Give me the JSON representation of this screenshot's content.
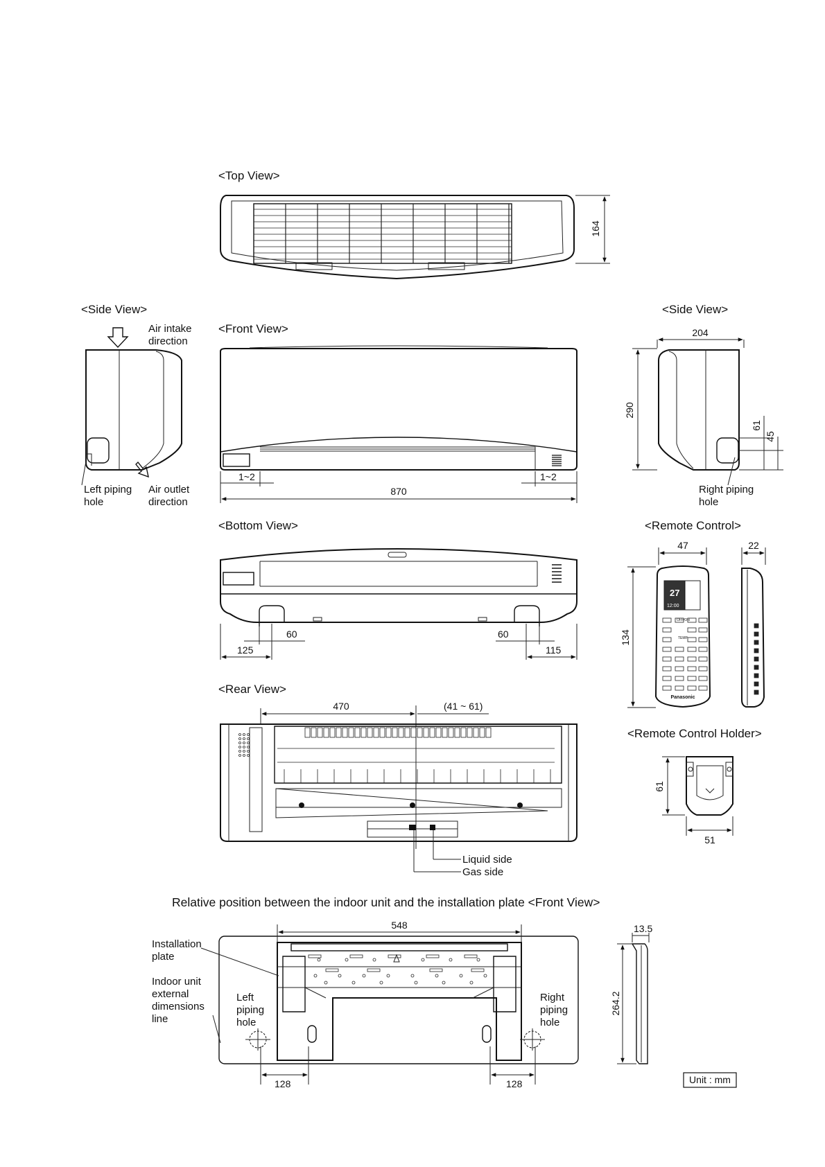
{
  "views": {
    "top_view": "<Top View>",
    "side_view_left": "<Side View>",
    "front_view": "<Front View>",
    "side_view_right": "<Side View>",
    "bottom_view": "<Bottom View>",
    "remote_control": "<Remote Control>",
    "rear_view": "<Rear View>",
    "remote_control_holder": "<Remote Control Holder>"
  },
  "annotations": {
    "air_intake_line1": "Air intake",
    "air_intake_line2": "direction",
    "air_outlet_line1": "Air outlet",
    "air_outlet_line2": "direction",
    "left_piping_line1": "Left piping",
    "left_piping_line2": "hole",
    "right_piping_line1": "Right piping",
    "right_piping_line2": "hole",
    "liquid_side": "Liquid side",
    "gas_side": "Gas side"
  },
  "dimensions": {
    "top_depth": "164",
    "front_width": "870",
    "front_offset_left": "1~2",
    "front_offset_right": "1~2",
    "side_depth": "204",
    "side_height": "290",
    "side_pipe_61": "61",
    "side_pipe_45": "45",
    "bottom_60_left": "60",
    "bottom_60_right": "60",
    "bottom_125": "125",
    "bottom_115": "115",
    "remote_width": "47",
    "remote_thickness": "22",
    "remote_height": "134",
    "rear_470": "470",
    "rear_41_61": "(41 ~ 61)",
    "holder_height": "61",
    "holder_width": "51"
  },
  "installation": {
    "title": "Relative position between the indoor unit and the installation plate <Front View>",
    "plate_label_line1": "Installation",
    "plate_label_line2": "plate",
    "outline_line1": "Indoor unit",
    "outline_line2": "external",
    "outline_line3": "dimensions",
    "outline_line4": "line",
    "left_pipe_line1": "Left",
    "left_pipe_line2": "piping",
    "left_pipe_line3": "hole",
    "right_pipe_line1": "Right",
    "right_pipe_line2": "piping",
    "right_pipe_line3": "hole",
    "dim_548": "548",
    "dim_128_left": "128",
    "dim_128_right": "128",
    "dim_13_5": "13.5",
    "dim_264_2": "264.2"
  },
  "unit_note": "Unit : mm",
  "remote_text": {
    "brand": "Panasonic",
    "display_temp": "27",
    "display_clock": "12:00",
    "btn_offon": "OFF/ON",
    "btn_temp": "TEMP"
  }
}
